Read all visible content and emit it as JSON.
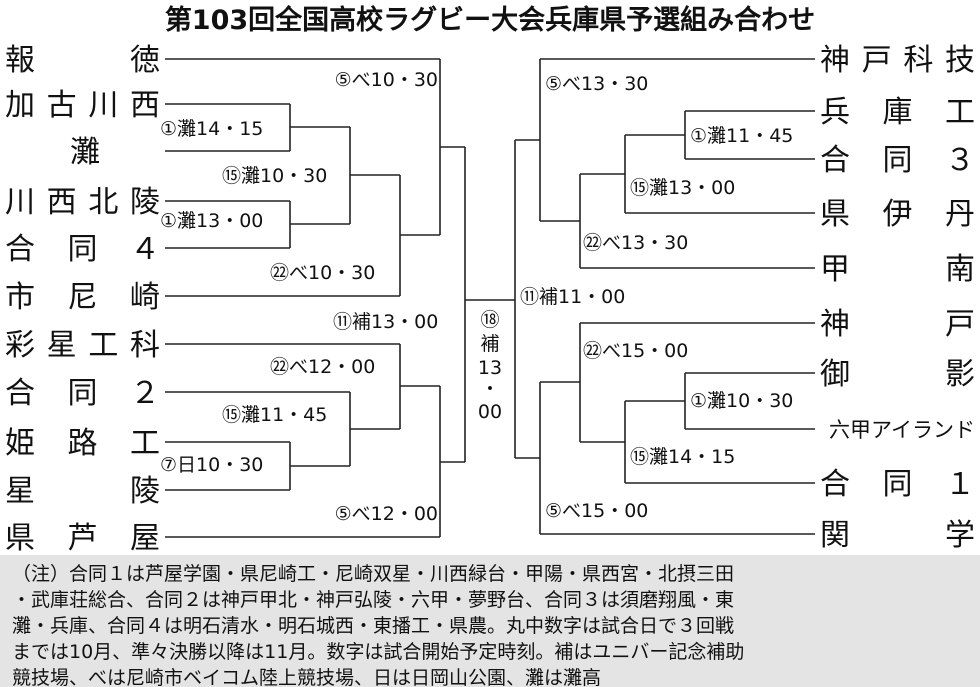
{
  "title": "第103回全国高校ラグビー大会兵庫県予選組み合わせ",
  "left_teams": [
    "報 徳",
    "加古川西",
    "灘",
    "川西北陵",
    "合 同 ４",
    "市 尼 崎",
    "彩星工科",
    "合 同 ２",
    "姫 路 工",
    "星 陵",
    "県 芦 屋"
  ],
  "right_teams": [
    "神戸科技",
    "兵 庫 工",
    "合 同 ３",
    "県 伊 丹",
    "甲 南",
    "神 戸",
    "御 影",
    "六甲アイランド",
    "合 同 １",
    "関 学"
  ],
  "left_matches": [
    "⑤べ10・30",
    "①灘14・15",
    "⑮灘10・30",
    "①灘13・00",
    "㉒べ10・30",
    "⑪補13・00",
    "㉒べ12・00",
    "⑮灘11・45",
    "⑦日10・30",
    "⑤べ12・00"
  ],
  "right_matches": [
    "⑤べ13・30",
    "①灘11・45",
    "⑮灘13・00",
    "㉒べ13・30",
    "⑪補11・00",
    "㉒べ15・00",
    "①灘10・30",
    "⑮灘14・15",
    "⑤べ15・00"
  ],
  "final_match": [
    "⑱",
    "補",
    "13",
    "・",
    "00"
  ],
  "notes": [
    "（注）合同１は芦屋学園・県尼崎工・尼崎双星・川西緑台・甲陽・県西宮・北摂三田",
    "・武庫荘総合、合同２は神戸甲北・神戸弘陵・六甲・夢野台、合同３は須磨翔風・東",
    "灘・兵庫、合同４は明石清水・明石城西・東播工・県農。丸中数字は試合日で３回戦",
    "までは10月、準々決勝以降は11月。数字は試合開始予定時刻。補はユニバー記念補助",
    "競技場、べは尼崎市ベイコム陸上競技場、日は日岡山公園、灘は灘高"
  ]
}
